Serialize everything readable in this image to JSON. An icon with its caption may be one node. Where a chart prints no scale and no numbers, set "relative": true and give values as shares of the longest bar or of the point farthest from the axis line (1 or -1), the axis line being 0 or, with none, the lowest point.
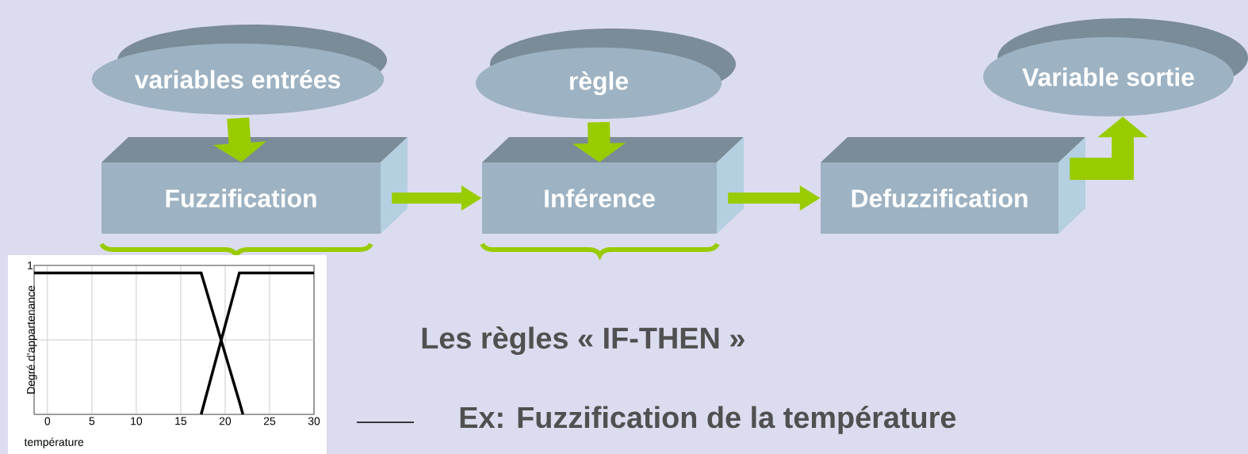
{
  "diagram": {
    "nodes": [
      {
        "text": [
          "variables entrées"
        ]
      },
      {
        "text": [
          "règle"
        ]
      },
      {
        "text": [
          "Variable sortie"
        ]
      },
      {
        "text": [
          "Fuzzification"
        ]
      },
      {
        "text": [
          "Inférence"
        ]
      },
      {
        "text": [
          "Defuzzification"
        ]
      }
    ],
    "edges": [
      {
        "from": 0,
        "to": 3,
        "arrow": "to"
      },
      {
        "from": 1,
        "to": 4,
        "arrow": "to"
      },
      {
        "from": 3,
        "to": 4,
        "arrow": "to"
      },
      {
        "from": 4,
        "to": 5,
        "arrow": "to"
      },
      {
        "from": 5,
        "to": 2,
        "arrow": "to"
      }
    ],
    "labels": [
      "Les règles « IF-THEN »",
      "Ex: Fuzzification de la température"
    ],
    "chart_data": {
      "type": "line",
      "xlabel": "température",
      "ylabel": "Degré d'appartenance",
      "x": [
        -1.5,
        17.3,
        21.6,
        22,
        30
      ],
      "series": [
        {
          "color": "#000000",
          "values": [
            1,
            1,
            0.09,
            0,
            null
          ]
        },
        {
          "color": "#000000",
          "values": [
            null,
            0,
            1,
            1,
            1
          ]
        }
      ],
      "xlim": [
        -1.5,
        30
      ],
      "xticks": [
        0,
        5,
        10,
        15,
        20,
        25,
        30
      ],
      "relative": true,
      "grid": true,
      "annotations": [
        {
          "text": "1"
        }
      ]
    }
  }
}
